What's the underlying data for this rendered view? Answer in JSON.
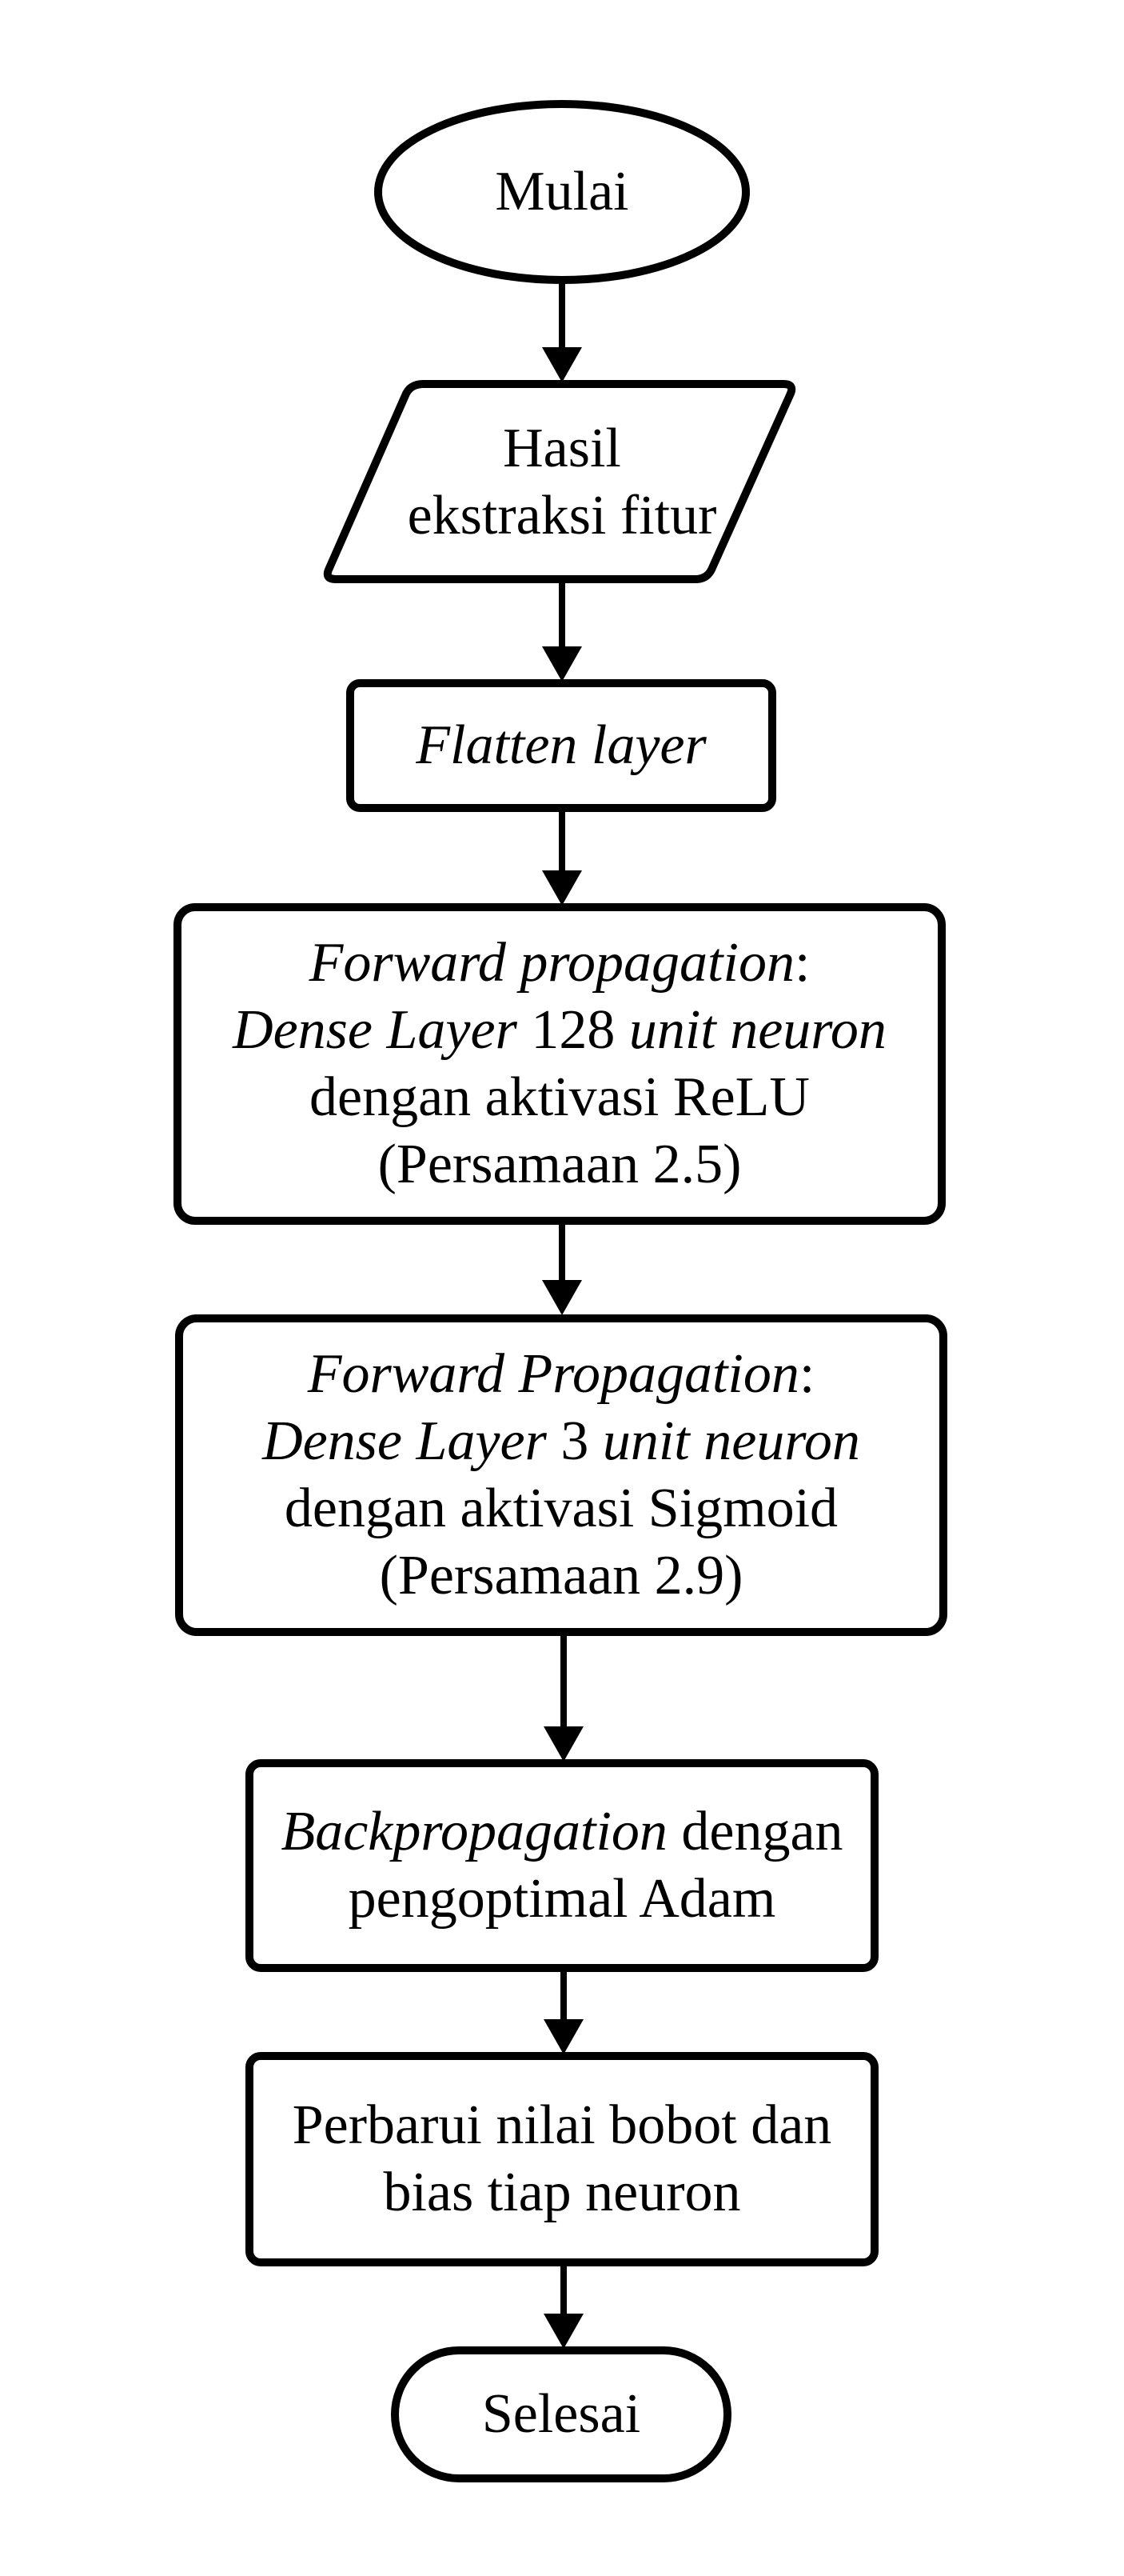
{
  "colors": {
    "stroke": "#000000",
    "fill": "#ffffff",
    "text": "#000000"
  },
  "nodes": {
    "start": {
      "shape": "terminator",
      "text": "Mulai"
    },
    "input": {
      "shape": "parallelogram",
      "line1": "Hasil",
      "line2": "ekstraksi fitur"
    },
    "flatten": {
      "shape": "process",
      "text": "Flatten layer"
    },
    "dense1": {
      "shape": "process",
      "line1_italic": "Forward propagation",
      "line1_rest": ":",
      "line2_italic_a": "Dense Layer",
      "line2_plain": " 128 ",
      "line2_italic_b": "unit neuron",
      "line3": "dengan aktivasi ReLU",
      "line4": "(Persamaan 2.5)"
    },
    "dense2": {
      "shape": "process",
      "line1_italic": "Forward Propagation",
      "line1_rest": ":",
      "line2_italic_a": "Dense Layer",
      "line2_plain": " 3 ",
      "line2_italic_b": "unit neuron",
      "line3": "dengan aktivasi Sigmoid",
      "line4": "(Persamaan 2.9)"
    },
    "backprop": {
      "shape": "process",
      "line1_italic": "Backpropagation",
      "line1_rest": " dengan",
      "line2": "pengoptimal Adam"
    },
    "update": {
      "shape": "process",
      "line1": "Perbarui nilai bobot dan",
      "line2": "bias tiap neuron"
    },
    "end": {
      "shape": "terminator",
      "text": "Selesai"
    }
  },
  "edges": [
    [
      "start",
      "input"
    ],
    [
      "input",
      "flatten"
    ],
    [
      "flatten",
      "dense1"
    ],
    [
      "dense1",
      "dense2"
    ],
    [
      "dense2",
      "backprop"
    ],
    [
      "backprop",
      "update"
    ],
    [
      "update",
      "end"
    ]
  ]
}
